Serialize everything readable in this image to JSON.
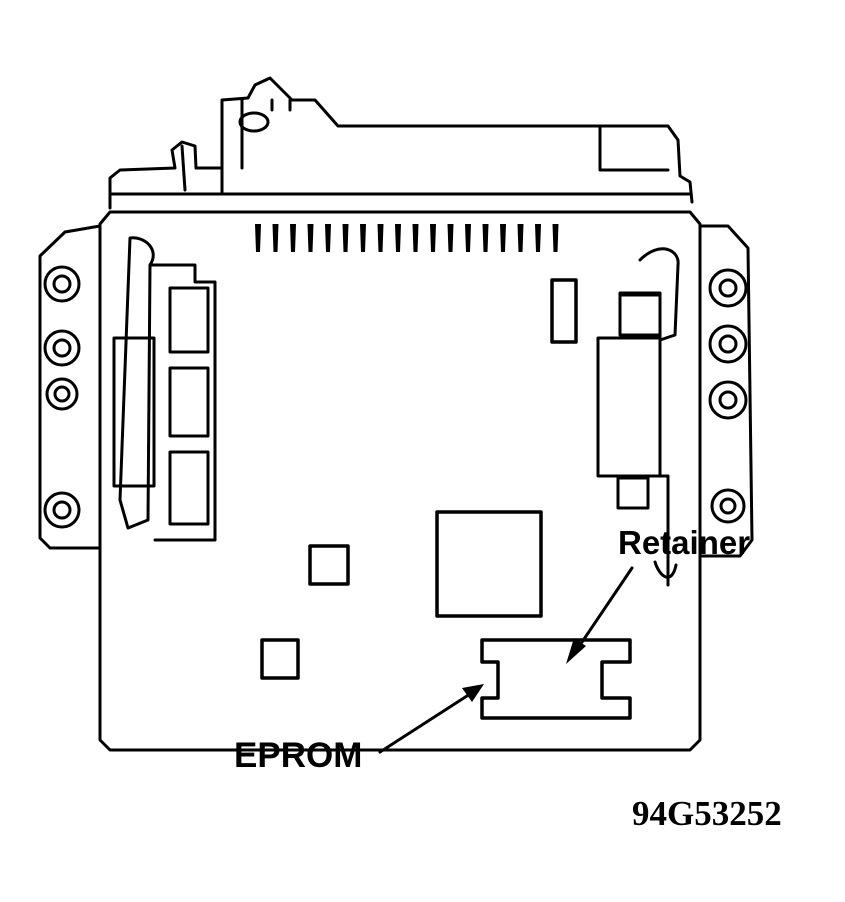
{
  "callouts": {
    "retainer": "Retainer",
    "eprom": "EPROM"
  },
  "figure_id": "94G53252",
  "colors": {
    "ink": "#000000",
    "paper": "#ffffff"
  }
}
